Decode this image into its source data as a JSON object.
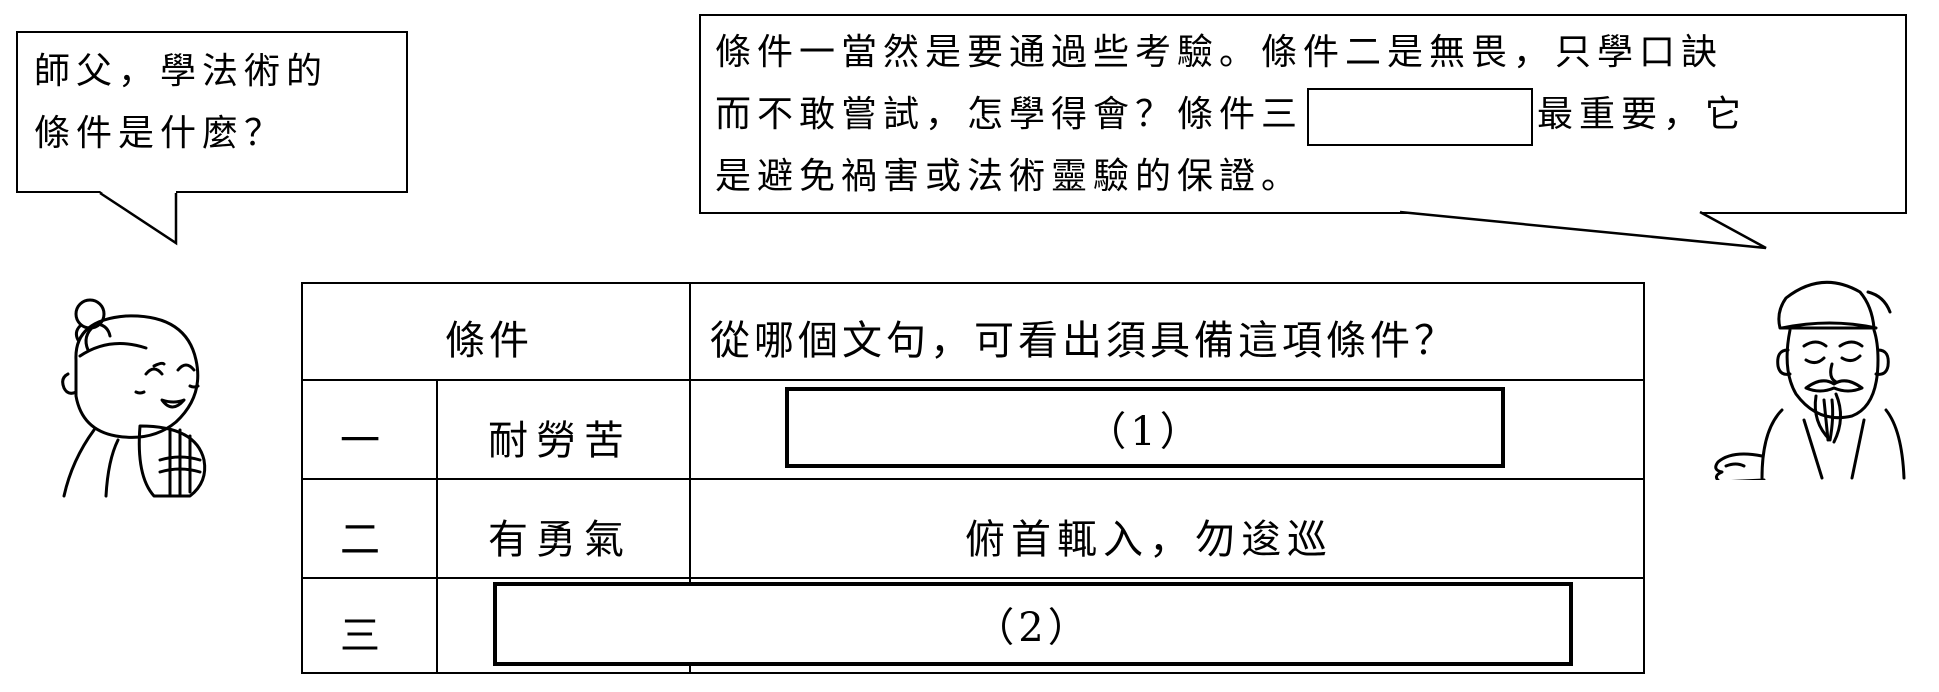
{
  "bubbles": {
    "student": {
      "lines": [
        "師父，學法術的",
        "條件是什麼？"
      ]
    },
    "master": {
      "line1": "條件一當然是要通過些考驗。條件二是無畏，只學口訣",
      "line2_before": "而不敢嘗試，怎學得會？條件三",
      "line2_after": "最重要，它",
      "line3": "是避免禍害或法術靈驗的保證。"
    }
  },
  "table": {
    "header": {
      "condition": "條件",
      "question": "從哪個文句，可看出須具備這項條件？"
    },
    "rows": [
      {
        "number": "一",
        "condition": "耐勞苦",
        "answer_label": "（1）"
      },
      {
        "number": "二",
        "condition": "有勇氣",
        "answer": "俯首輒入，勿逡巡"
      },
      {
        "number": "三",
        "answer_label": "（2）"
      }
    ]
  },
  "characters": {
    "student": "student-character-icon",
    "master": "master-character-icon"
  }
}
